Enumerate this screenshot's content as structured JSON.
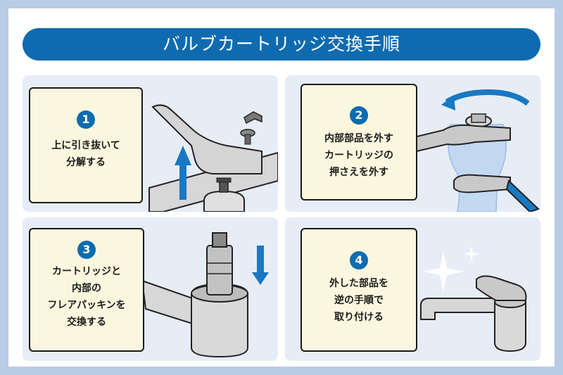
{
  "title": "バルブカートリッジ交換手順",
  "steps": [
    {
      "number": "1",
      "text": "上に引き抜いて\n分解する"
    },
    {
      "number": "2",
      "text": "内部部品を外す\nカートリッジの\n押さえを外す"
    },
    {
      "number": "3",
      "text": "カートリッジと\n内部の\nフレアパッキンを\n交換する"
    },
    {
      "number": "4",
      "text": "外した部品を\n逆の手順で\n取り付ける"
    }
  ],
  "colors": {
    "accent": "#0e6bb0",
    "panel": "#e6edf7",
    "card": "#fbf7df",
    "border": "#b8cce6"
  }
}
